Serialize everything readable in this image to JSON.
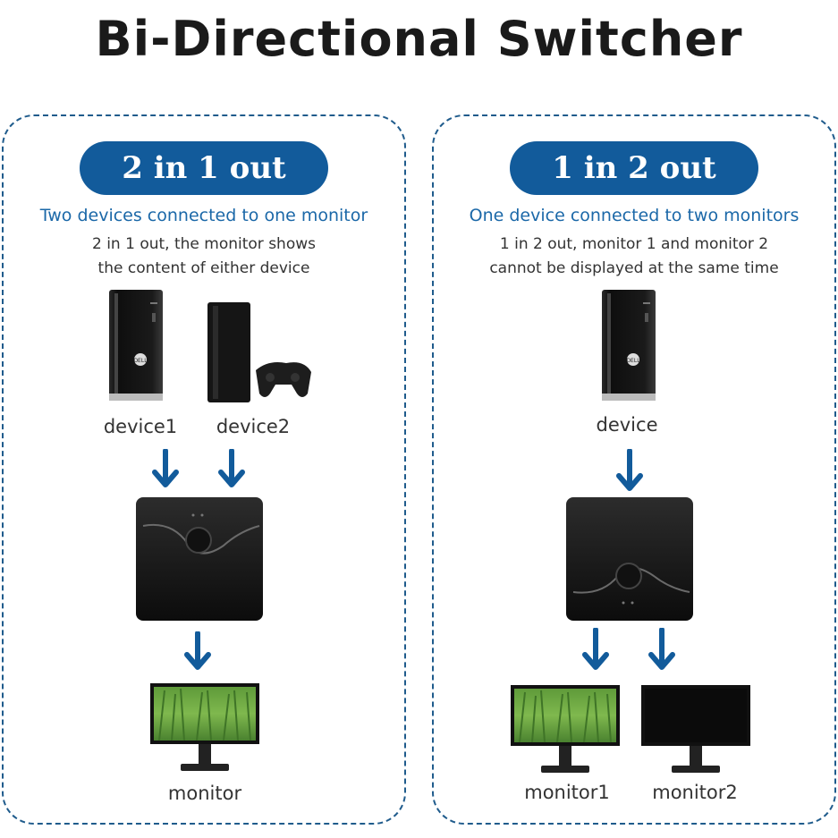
{
  "title": "Bi-Directional Switcher",
  "left": {
    "badge": "2 in 1 out",
    "subtitle": "Two devices connected to one monitor",
    "desc_line1": "2 in 1 out, the monitor shows",
    "desc_line2": "the content of either device",
    "device1": "device1",
    "device2": "device2",
    "monitor": "monitor"
  },
  "right": {
    "badge": "1 in 2 out",
    "subtitle": "One device connected to two monitors",
    "desc_line1": "1 in 2 out, monitor 1 and monitor 2",
    "desc_line2": "cannot be displayed at the same time",
    "device": "device",
    "monitor1": "monitor1",
    "monitor2": "monitor2"
  },
  "colors": {
    "badge": "#125b9b",
    "subtitle": "#1b68a8",
    "arrow": "#125b9b",
    "border": "#1f5b8c"
  }
}
